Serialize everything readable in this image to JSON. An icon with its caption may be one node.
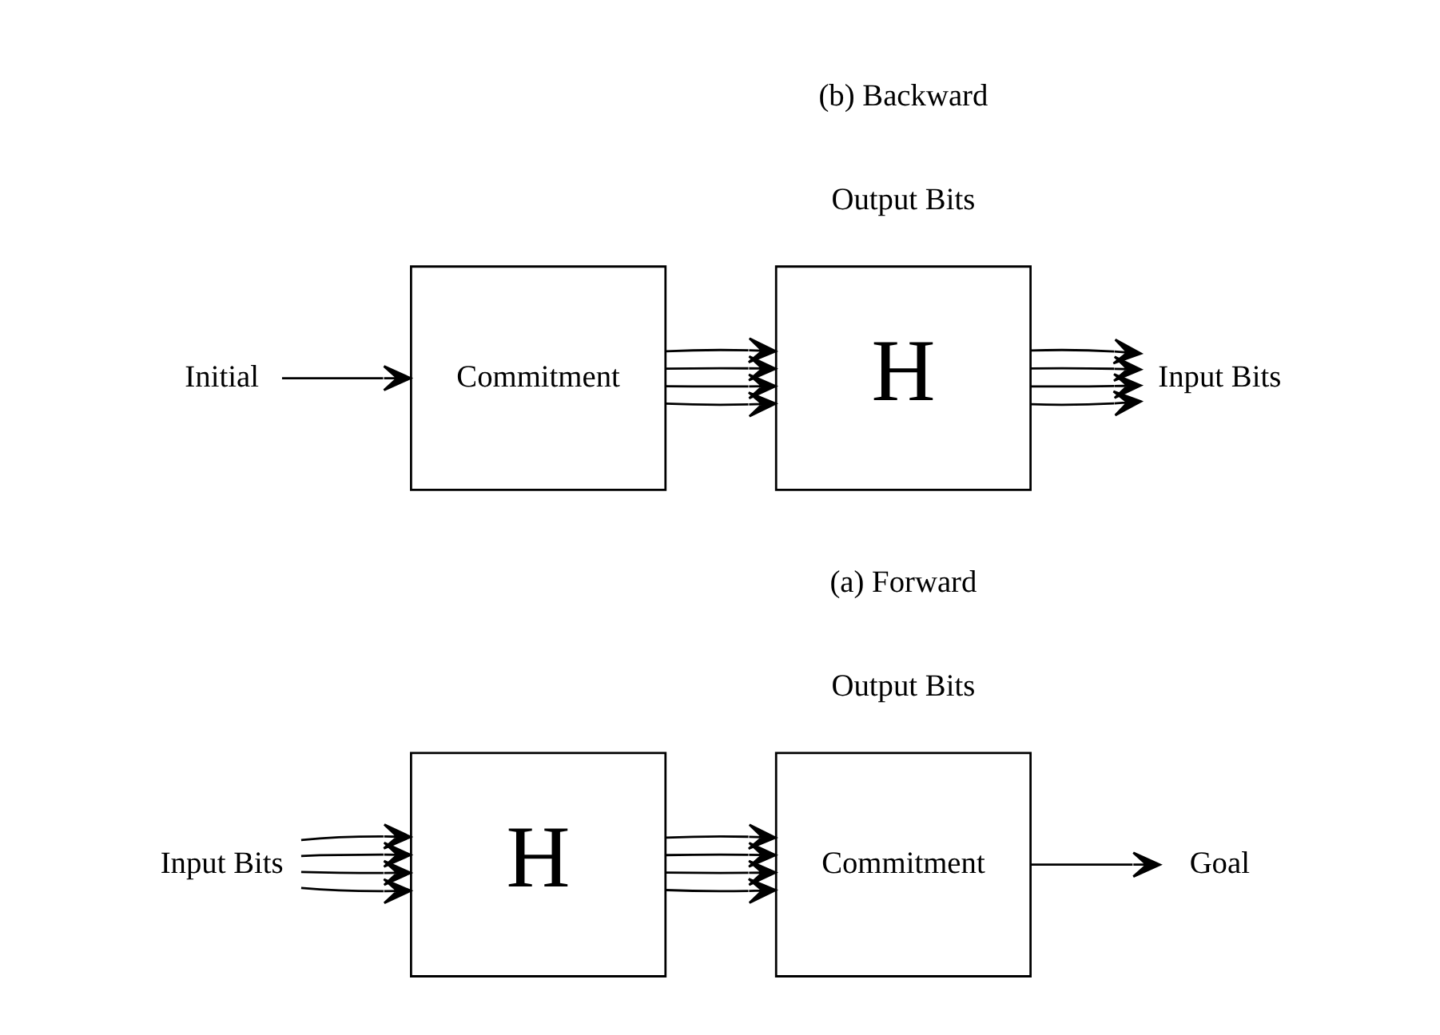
{
  "diagram": {
    "nodes": [
      {
        "text": [
          "Input Bits"
        ]
      },
      {
        "text": [
          "H"
        ]
      },
      {
        "text": [
          "Commitment"
        ]
      },
      {
        "text": [
          "Goal"
        ]
      },
      {
        "text": [
          "Initial"
        ]
      },
      {
        "text": [
          "Commitment"
        ]
      },
      {
        "text": [
          "H"
        ]
      },
      {
        "text": [
          "Input Bits"
        ]
      }
    ],
    "edges": [
      {
        "from": 0,
        "to": 1,
        "arrow": "to"
      },
      {
        "from": 0,
        "to": 1,
        "arrow": "to"
      },
      {
        "from": 0,
        "to": 1,
        "arrow": "to"
      },
      {
        "from": 0,
        "to": 1,
        "arrow": "to"
      },
      {
        "from": 1,
        "to": 2,
        "arrow": "to"
      },
      {
        "from": 1,
        "to": 2,
        "arrow": "to"
      },
      {
        "from": 1,
        "to": 2,
        "arrow": "to"
      },
      {
        "from": 1,
        "to": 2,
        "arrow": "to"
      },
      {
        "from": 2,
        "to": 3,
        "arrow": "to"
      },
      {
        "from": 4,
        "to": 5,
        "arrow": "to"
      },
      {
        "from": 5,
        "to": 6,
        "arrow": "to"
      },
      {
        "from": 5,
        "to": 6,
        "arrow": "to"
      },
      {
        "from": 5,
        "to": 6,
        "arrow": "to"
      },
      {
        "from": 5,
        "to": 6,
        "arrow": "to"
      },
      {
        "from": 6,
        "to": 7,
        "arrow": "to"
      },
      {
        "from": 6,
        "to": 7,
        "arrow": "to"
      },
      {
        "from": 6,
        "to": 7,
        "arrow": "to"
      },
      {
        "from": 6,
        "to": 7,
        "arrow": "to"
      }
    ],
    "labels": [
      "Output Bits",
      "(a) Forward",
      "Output Bits",
      "(b) Backward"
    ]
  }
}
